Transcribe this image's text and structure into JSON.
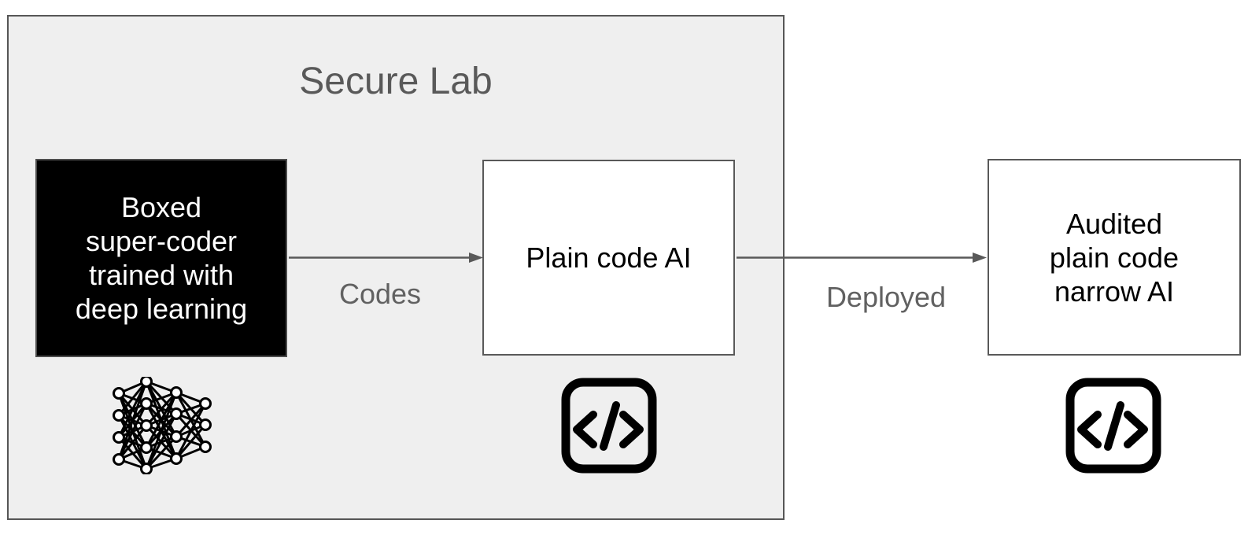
{
  "lab": {
    "title": "Secure Lab"
  },
  "nodes": {
    "super_coder": {
      "lines": [
        "Boxed",
        "super-coder",
        "trained with",
        "deep learning"
      ],
      "icon": "neural-network-icon"
    },
    "plain_code_ai": {
      "label": "Plain code AI",
      "icon": "code-icon"
    },
    "audited_ai": {
      "lines": [
        "Audited",
        "plain code",
        "narrow AI"
      ],
      "icon": "code-icon"
    }
  },
  "edges": {
    "codes": {
      "label": "Codes"
    },
    "deployed": {
      "label": "Deployed"
    }
  },
  "colors": {
    "lab_fill": "#efefef",
    "lab_border": "#565656",
    "box_border": "#595959",
    "black_box_fill": "#000000",
    "arrow": "#595959",
    "title_text": "#595959",
    "muted_text": "#616161",
    "icon": "#000000"
  }
}
